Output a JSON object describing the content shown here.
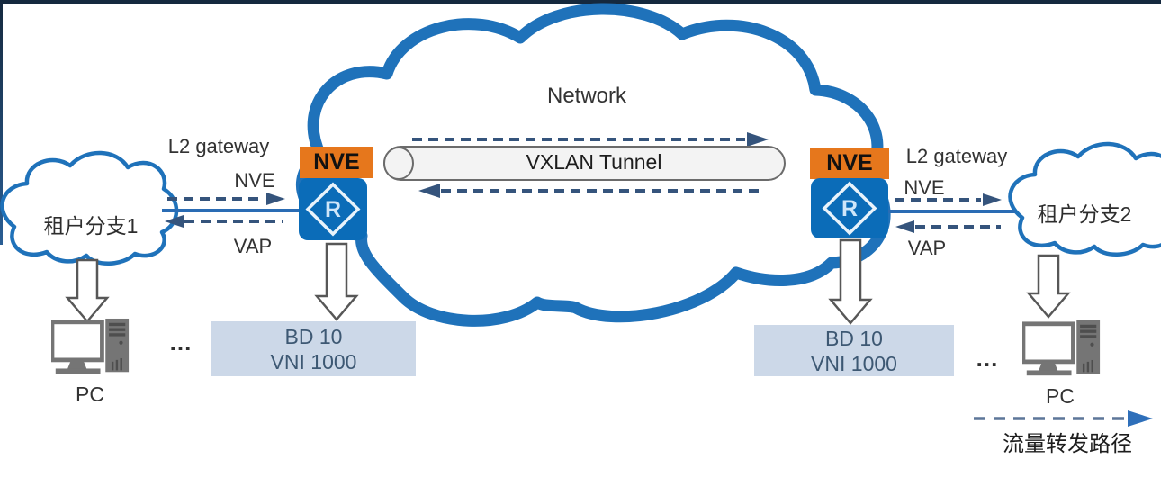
{
  "colors": {
    "topbar": "#15293e",
    "cloud-blue": "#1f72ba",
    "device-blue": "#0b6cb8",
    "orange": "#e6771c",
    "dash-navy": "#35547c",
    "line-blue": "#2a6cb4",
    "bd-fill": "#ccd8e8",
    "bd-text": "#3d5873",
    "tunnel-fill": "#f3f3f3",
    "tunnel-border": "#6b6b6b",
    "legend-dash": "#5d7699",
    "legend-arrow": "#2e6fba",
    "pc-gray": "#757575",
    "arrow-outline": "#575757",
    "text-dark": "#333333"
  },
  "network": {
    "label": "Network"
  },
  "tunnel": {
    "label": "VXLAN Tunnel"
  },
  "legend": {
    "label": "流量转发路径"
  },
  "left": {
    "cloud_label": "租户分支1",
    "l2_gateway_label": "L2 gateway",
    "nve_port_label": "NVE",
    "vap_port_label": "VAP",
    "nve_device_label": "NVE",
    "router_letter": "R",
    "bd_label": "BD 10",
    "vni_label": "VNI 1000",
    "ellipsis": "...",
    "pc_label": "PC"
  },
  "right": {
    "cloud_label": "租户分支2",
    "l2_gateway_label": "L2 gateway",
    "nve_port_label": "NVE",
    "vap_port_label": "VAP",
    "nve_device_label": "NVE",
    "router_letter": "R",
    "bd_label": "BD 10",
    "vni_label": "VNI 1000",
    "ellipsis": "...",
    "pc_label": "PC"
  }
}
